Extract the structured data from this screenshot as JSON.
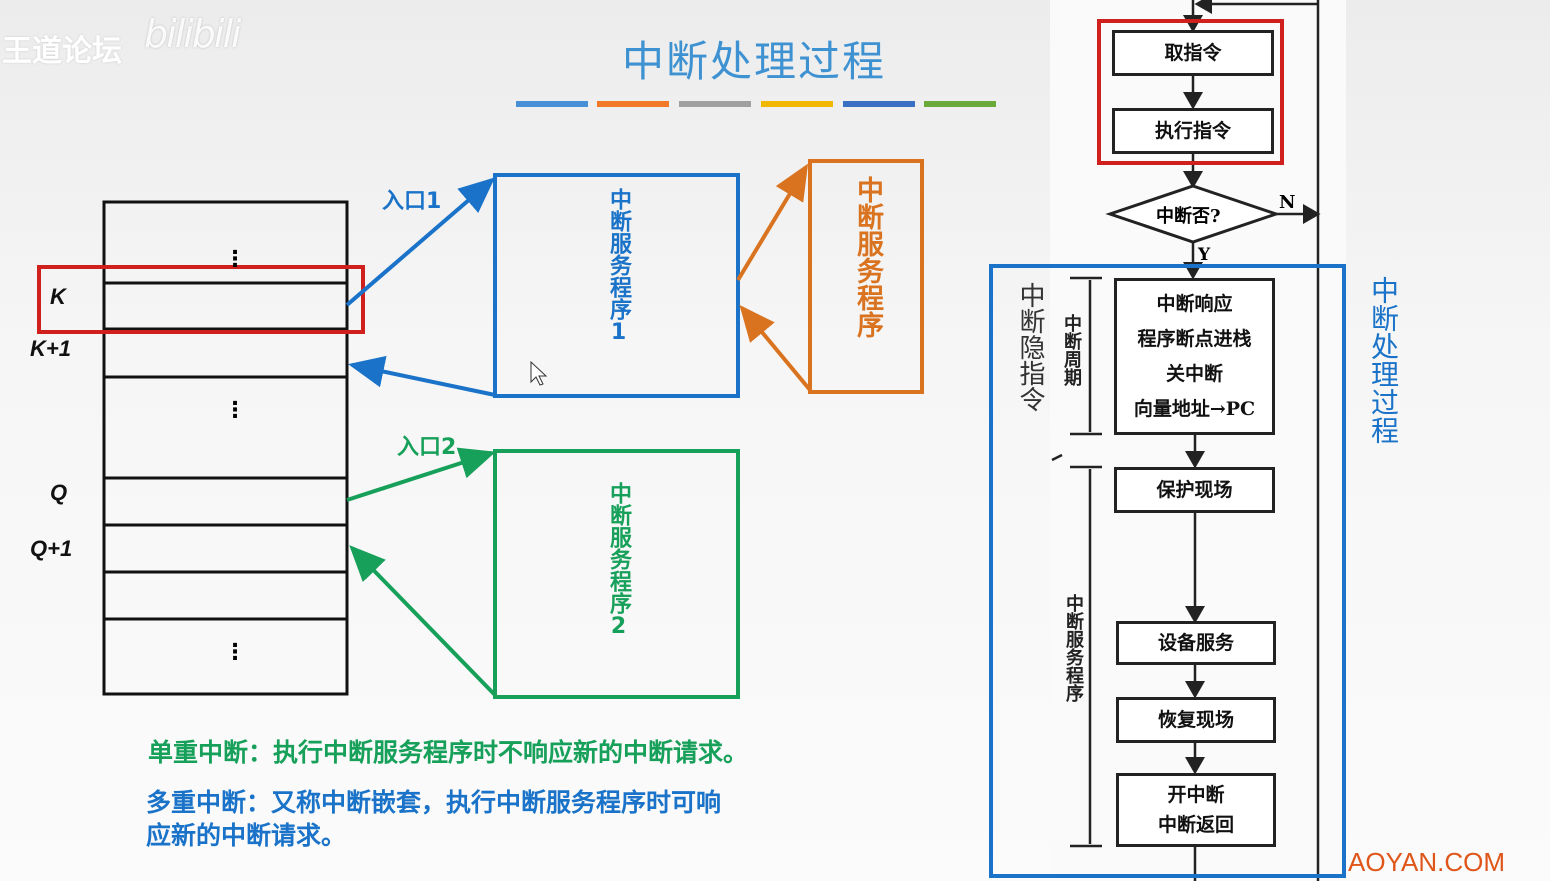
{
  "watermark": {
    "site": "王道论坛",
    "logo": "bilibili"
  },
  "title": "中断处理过程",
  "colors": {
    "title": "#3f92d2",
    "blue": "#1a73c8",
    "orange": "#d9731f",
    "green": "#17a05a",
    "red": "#d0201e",
    "stripes": [
      "#4a90d9",
      "#f07a2a",
      "#a0a0a0",
      "#f2b800",
      "#3a6fc4",
      "#6aaa3a"
    ]
  },
  "memory": {
    "labels": {
      "k": "K",
      "k1": "K+1",
      "q": "Q",
      "q1": "Q+1"
    },
    "ellipsis": "⋮"
  },
  "entries": {
    "e1": "入口1",
    "e2": "入口2"
  },
  "isr": {
    "isr1": "中断服务程序1",
    "isr2": "中断服务程序2",
    "nested": "中断服务程序"
  },
  "notes": {
    "single": "单重中断：执行中断服务程序时不响应新的中断请求。",
    "multi_line1": "多重中断：又称中断嵌套，执行中断服务程序时可响",
    "multi_line2": "应新的中断请求。"
  },
  "flowchart": {
    "fetch": "取指令",
    "execute": "执行指令",
    "decision": "中断否?",
    "no": "N",
    "yes": "Y",
    "cycle_box": [
      "中断响应",
      "程序断点进栈",
      "关中断",
      "向量地址→PC"
    ],
    "save": "保护现场",
    "service": "设备服务",
    "restore": "恢复现场",
    "end_box": [
      "开中断",
      "中断返回"
    ],
    "implicit_label": "中断隐指令",
    "cycle_label": "中断周期",
    "isr_label": "中断服务程序",
    "process_label": "中断处理过程"
  },
  "footer_watermark": "AOYAN.COM"
}
